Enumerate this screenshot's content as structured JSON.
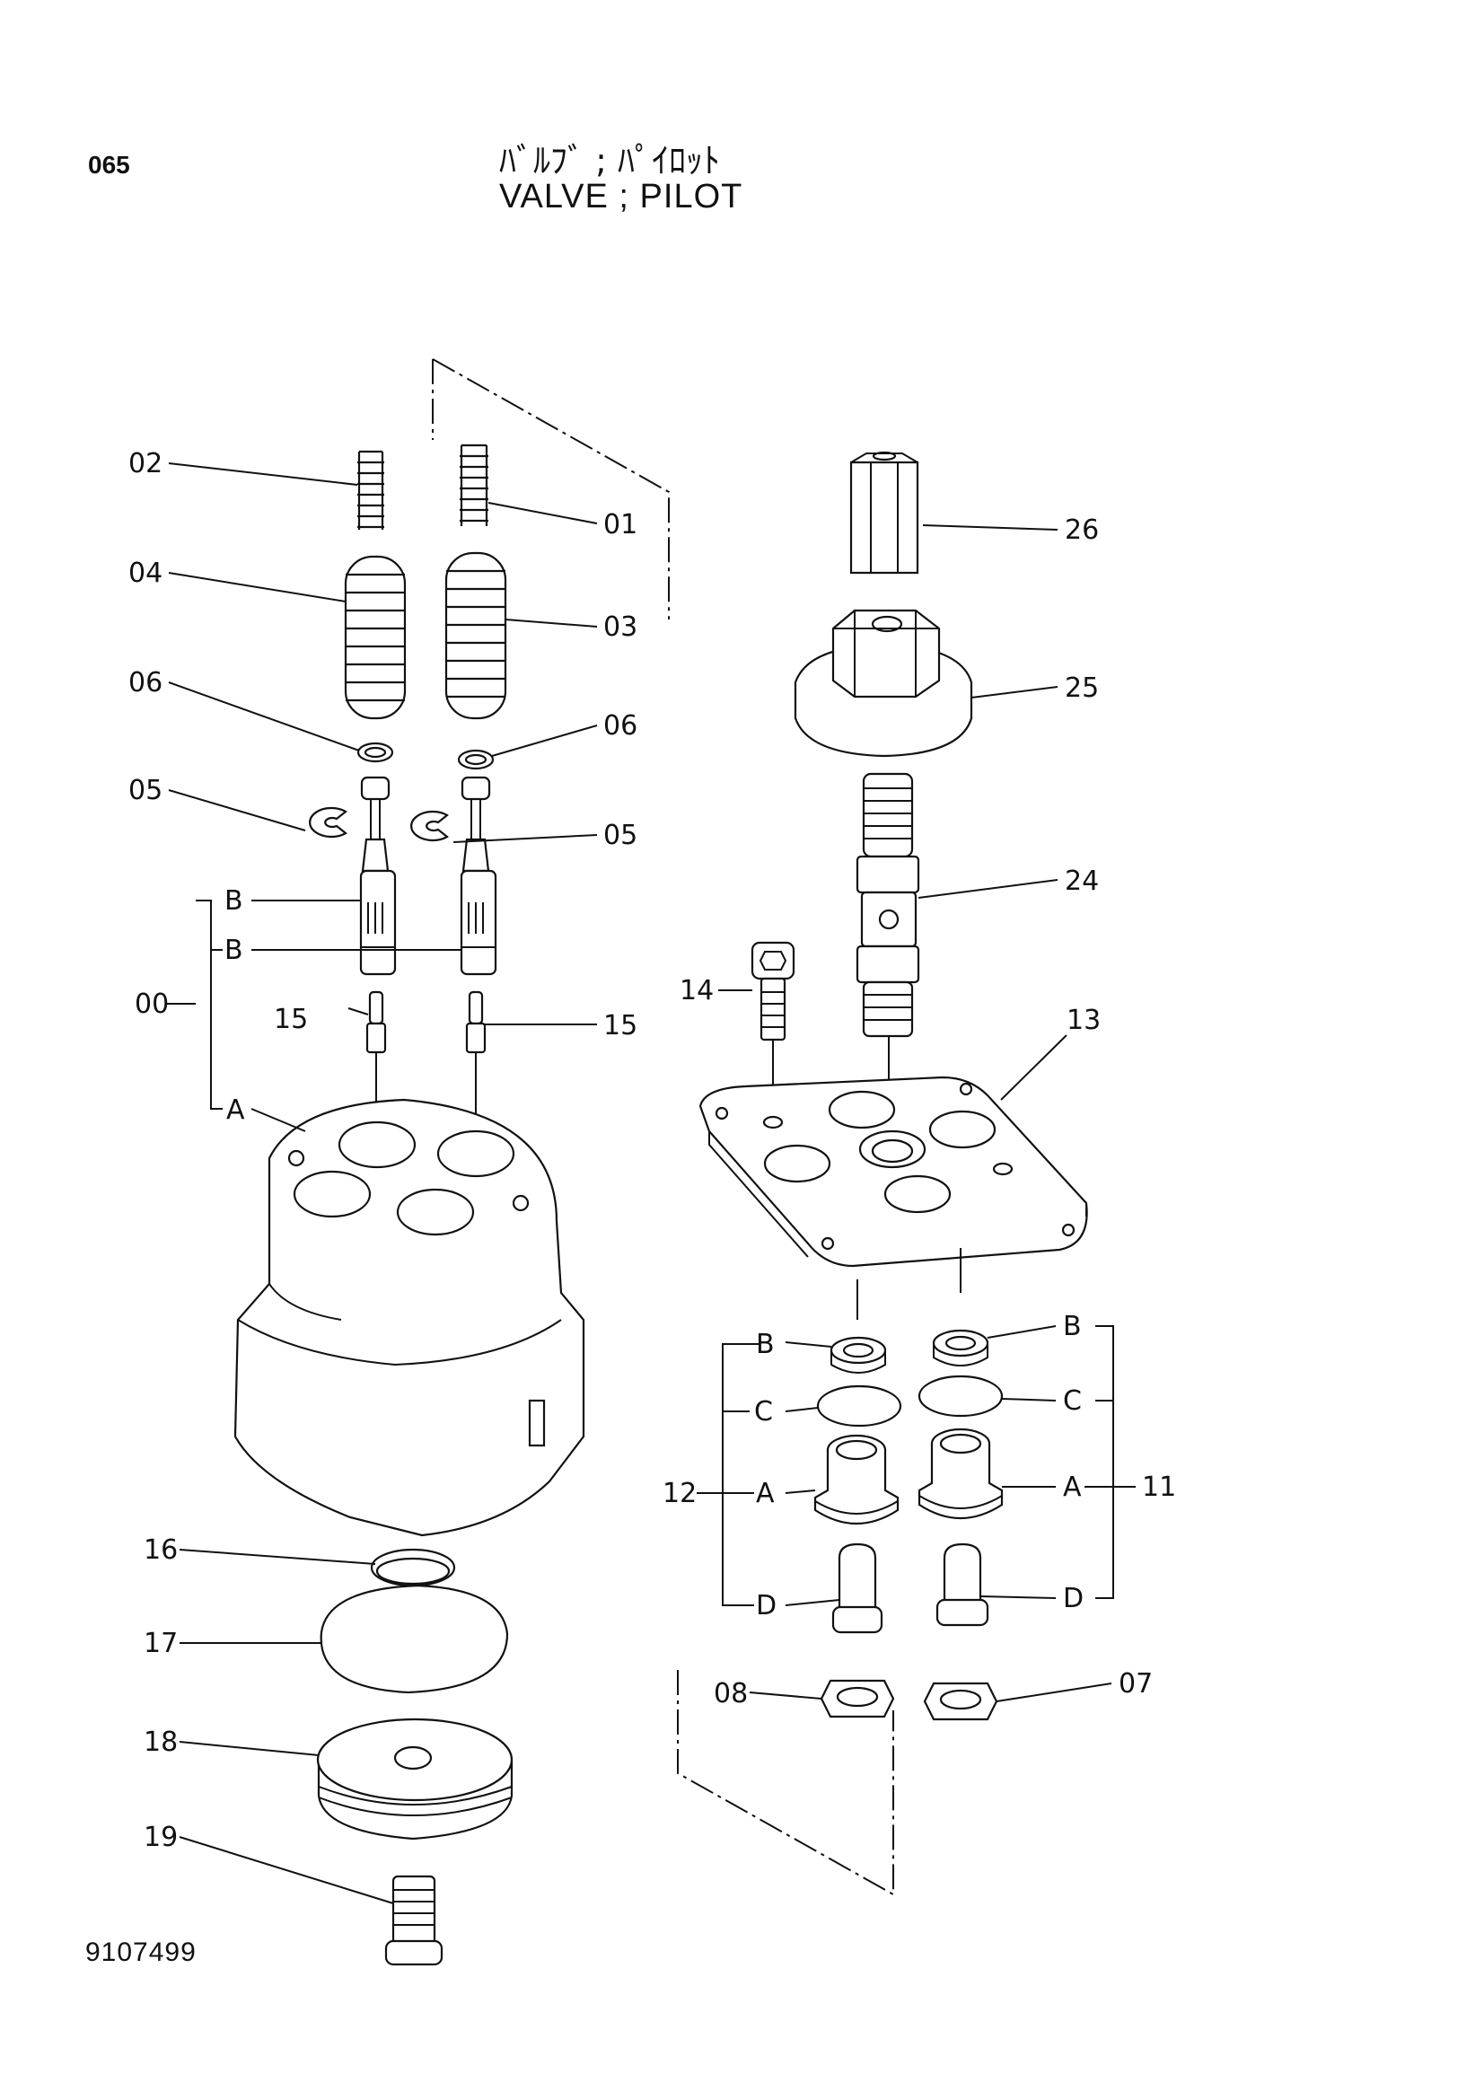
{
  "header": {
    "page_number": "065",
    "title_jp": "ﾊﾞﾙﾌﾞ ; ﾊﾟｲﾛｯﾄ",
    "title_en": "VALVE ; PILOT"
  },
  "footer": {
    "drawing_number": "9107499"
  },
  "callouts": {
    "c00": "00",
    "c01": "01",
    "c02": "02",
    "c03": "03",
    "c04": "04",
    "c05a": "05",
    "c05b": "05",
    "c06a": "06",
    "c06b": "06",
    "c07": "07",
    "c08": "08",
    "c11": "11",
    "c12": "12",
    "c13": "13",
    "c14": "14",
    "c15a": "15",
    "c15b": "15",
    "c16": "16",
    "c17": "17",
    "c18": "18",
    "c19": "19",
    "c24": "24",
    "c25": "25",
    "c26": "26",
    "sub00_B1": "B",
    "sub00_B2": "B",
    "sub00_A": "A",
    "sub12_B": "B",
    "sub12_C": "C",
    "sub12_A": "A",
    "sub12_D": "D",
    "sub11_B": "B",
    "sub11_C": "C",
    "sub11_A": "A",
    "sub11_D": "D"
  }
}
